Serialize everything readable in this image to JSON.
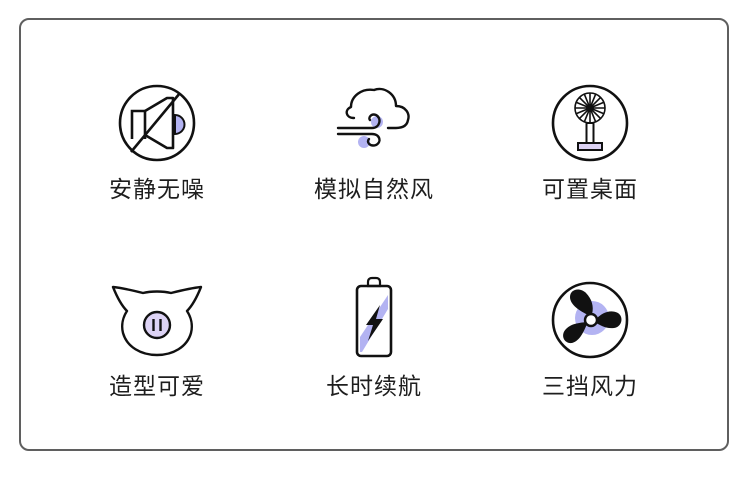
{
  "colors": {
    "frame": "#5f5f5f",
    "stroke": "#111111",
    "accent": "#b3b3f2",
    "accent_light": "#ddd3f5",
    "text": "#1e1e1e"
  },
  "features": [
    {
      "icon": "mute-speaker-icon",
      "label": "安静无噪"
    },
    {
      "icon": "wind-cloud-icon",
      "label": "模拟自然风"
    },
    {
      "icon": "desk-fan-icon",
      "label": "可置桌面"
    },
    {
      "icon": "pig-face-icon",
      "label": "造型可爱"
    },
    {
      "icon": "battery-charging-icon",
      "label": "长时续航"
    },
    {
      "icon": "fan-blade-icon",
      "label": "三挡风力"
    }
  ]
}
